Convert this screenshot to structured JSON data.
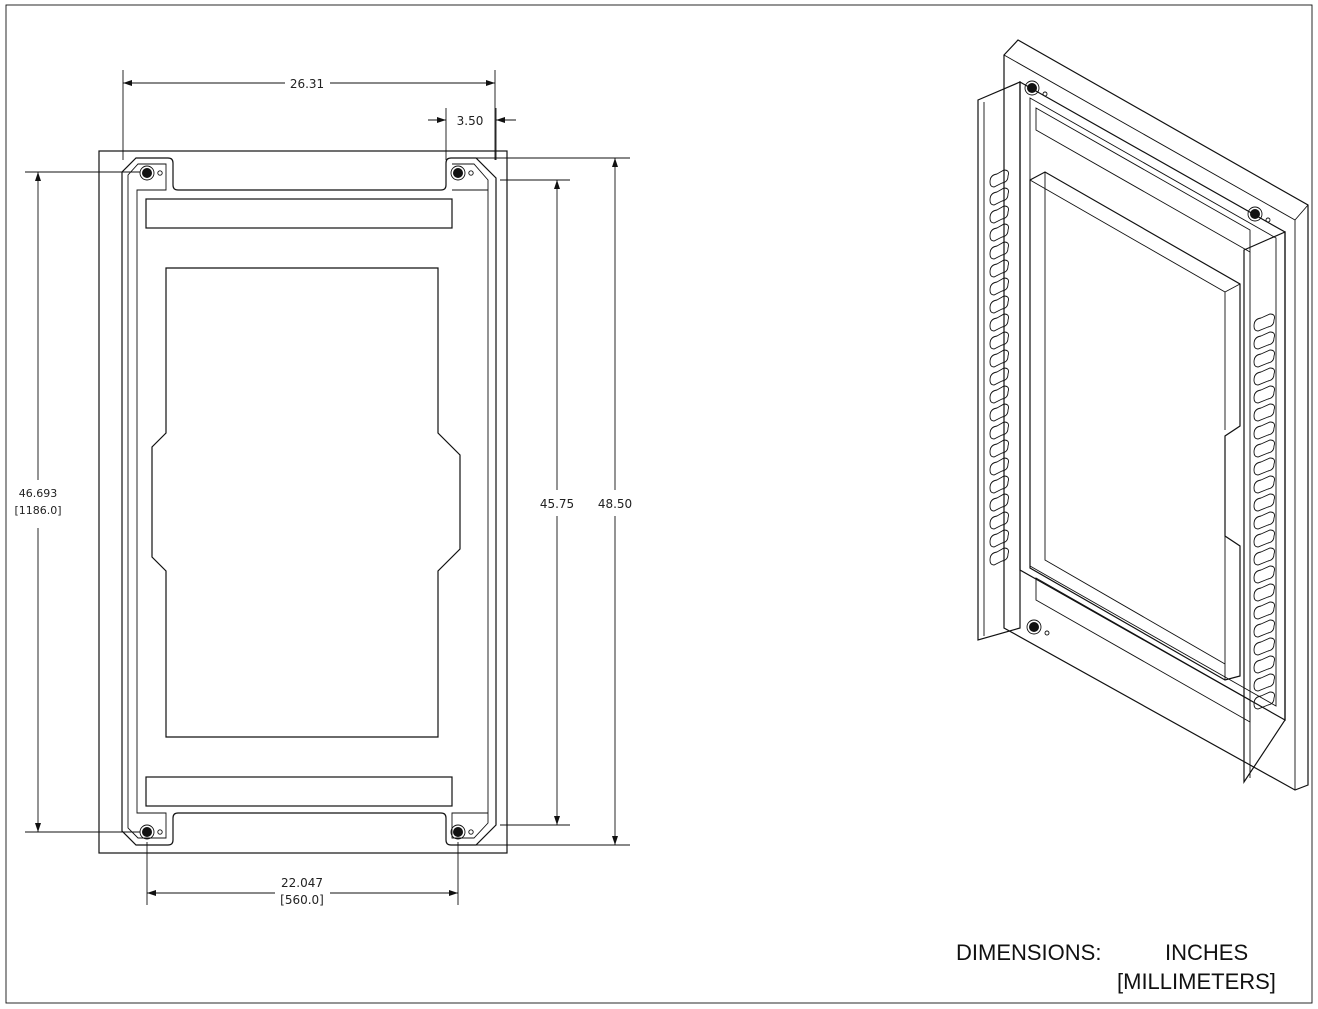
{
  "dimensions": {
    "top_width": "26.31",
    "offset": "3.50",
    "bottom_width": "22.047",
    "bottom_width_mm": "[560.0]",
    "left_height": "46.693",
    "left_height_mm": "[1186.0]",
    "inner_height": "45.75",
    "outer_height": "48.50"
  },
  "note": {
    "label": "DIMENSIONS:",
    "units": "INCHES",
    "units_mm": "[MILLIMETERS]"
  }
}
